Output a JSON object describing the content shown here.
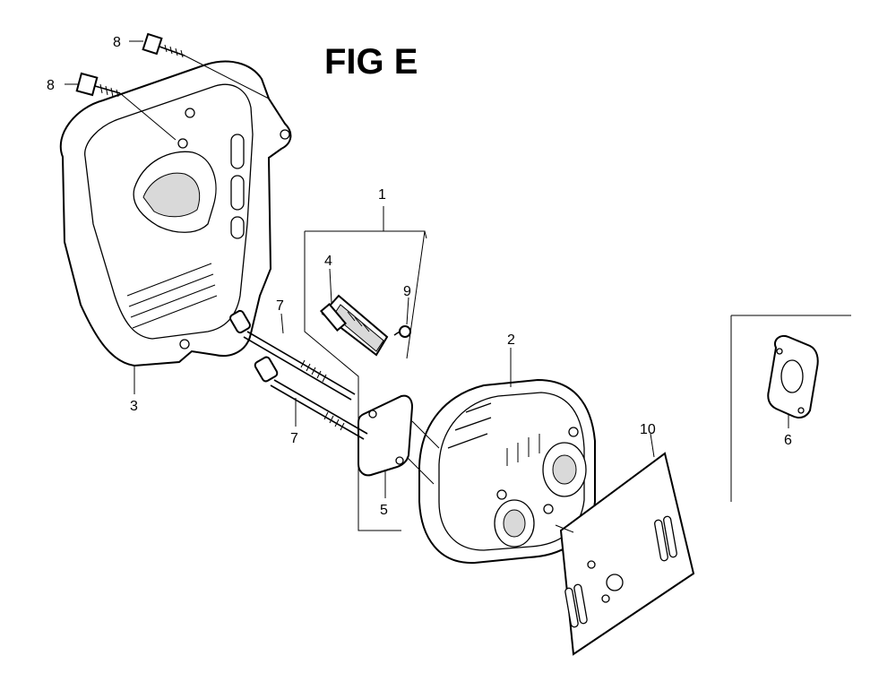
{
  "figure": {
    "title": "FIG E",
    "callouts": {
      "c1": "1",
      "c2": "2",
      "c3": "3",
      "c4": "4",
      "c5": "5",
      "c6": "6",
      "c7a": "7",
      "c7b": "7",
      "c8a": "8",
      "c8b": "8",
      "c9": "9",
      "c10": "10"
    },
    "parts": [
      {
        "id": "muffler-protector",
        "label": "3"
      },
      {
        "id": "muffler",
        "label": "2"
      },
      {
        "id": "spark-arrester-assembly",
        "label": "1"
      },
      {
        "id": "spark-arrester",
        "label": "4"
      },
      {
        "id": "arrester-gasket",
        "label": "5"
      },
      {
        "id": "muffler-gasket",
        "label": "6"
      },
      {
        "id": "stud-bolt",
        "label": "7"
      },
      {
        "id": "flange-bolt",
        "label": "8"
      },
      {
        "id": "tapping-screw",
        "label": "9"
      },
      {
        "id": "heat-shield-plate",
        "label": "10"
      }
    ]
  }
}
